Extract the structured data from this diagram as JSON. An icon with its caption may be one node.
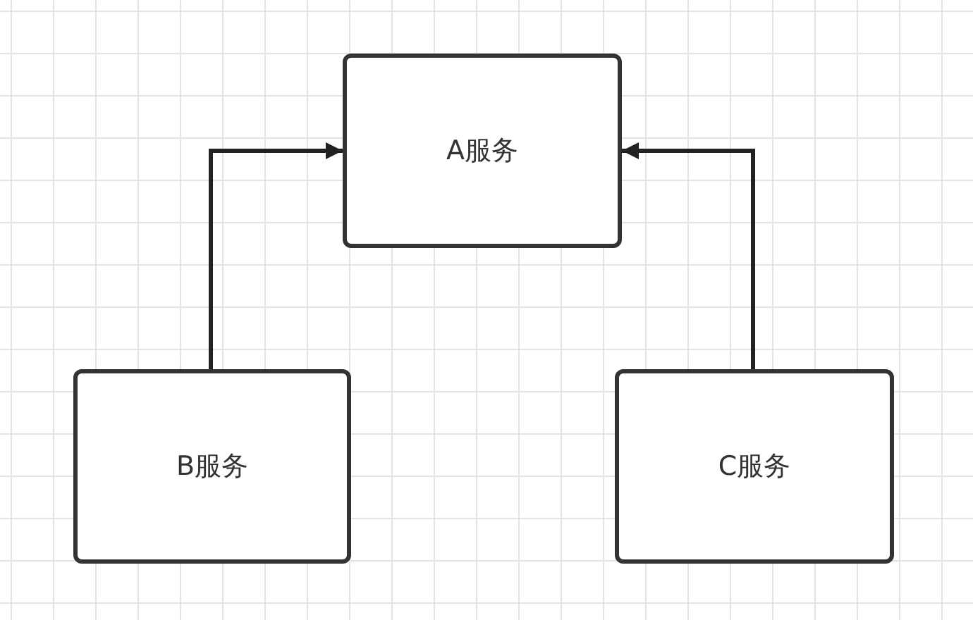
{
  "diagram": {
    "nodes": [
      {
        "text": [
          "A服务"
        ]
      },
      {
        "text": [
          "B服务"
        ]
      },
      {
        "text": [
          "C服务"
        ]
      }
    ],
    "edges": [
      {
        "from": 1,
        "to": 0,
        "arrow": "to"
      },
      {
        "from": 2,
        "to": 0,
        "arrow": "to"
      }
    ]
  }
}
